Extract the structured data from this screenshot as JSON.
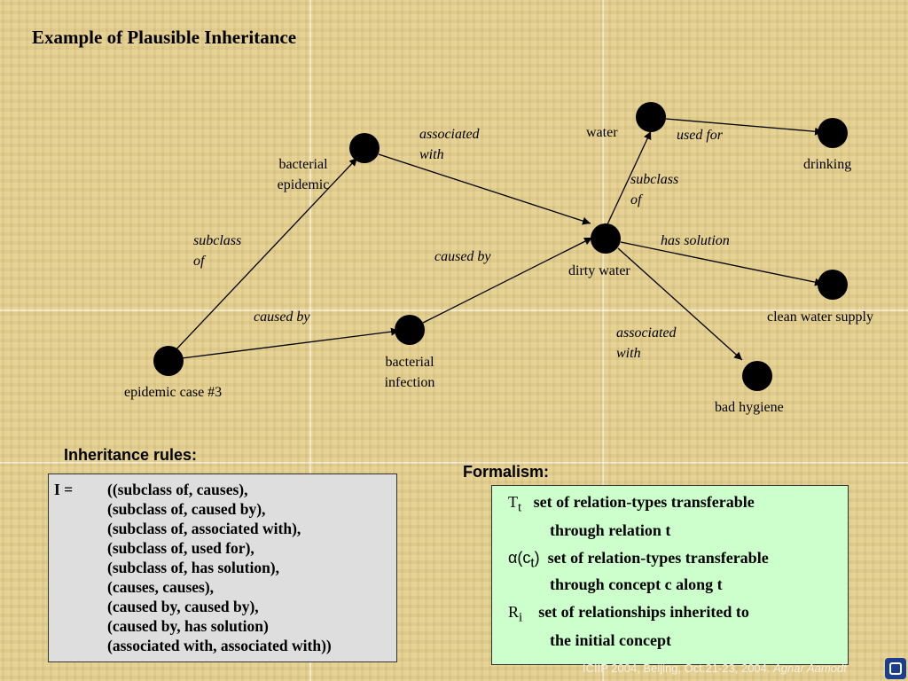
{
  "title": "Example of Plausible Inheritance",
  "graph": {
    "nodes": {
      "epidemic_case": "epidemic case #3",
      "bacterial_epidemic_1": "bacterial",
      "bacterial_epidemic_2": "epidemic",
      "bacterial_infection_1": "bacterial",
      "bacterial_infection_2": "infection",
      "dirty_water": "dirty water",
      "water": "water",
      "drinking": "drinking",
      "clean_water_supply": "clean water supply",
      "bad_hygiene": "bad hygiene"
    },
    "relations": {
      "subclass_left_1": "subclass",
      "subclass_left_2": "of",
      "caused_by_lower": "caused by",
      "associated_top_1": "associated",
      "associated_top_2": "with",
      "caused_by_mid": "caused by",
      "subclass_right_1": "subclass",
      "subclass_right_2": "of",
      "used_for": "used for",
      "has_solution": "has solution",
      "associated_right_1": "associated",
      "associated_right_2": "with"
    }
  },
  "inheritance": {
    "heading": "Inheritance rules:",
    "prefix": "I =",
    "lines": [
      "((subclass of, causes),",
      "(subclass of, caused by),",
      "(subclass of, associated with),",
      "(subclass of, used for),",
      "(subclass of, has solution),",
      "(causes, causes),",
      "(caused by, caused by),",
      "(caused by, has solution)",
      "(associated with, associated with))"
    ]
  },
  "formalism": {
    "heading": "Formalism:",
    "items": [
      {
        "sym": "T",
        "sub": "t",
        "sym_after": "",
        "line1": "set of relation-types transferable",
        "line2": "through relation t"
      },
      {
        "sym": "α(c",
        "sub": "t",
        "sym_after": ")",
        "line1": "set of relation-types transferable",
        "line2": "through concept c along  t"
      },
      {
        "sym": "R",
        "sub": "i",
        "sym_after": "",
        "line1": "set of relationships inherited to",
        "line2": "the initial concept"
      }
    ]
  },
  "footer": {
    "text": "ICIIP 2004, Beijing, Oct.21-23, 2004.",
    "author": "Agnar Aamodt"
  }
}
